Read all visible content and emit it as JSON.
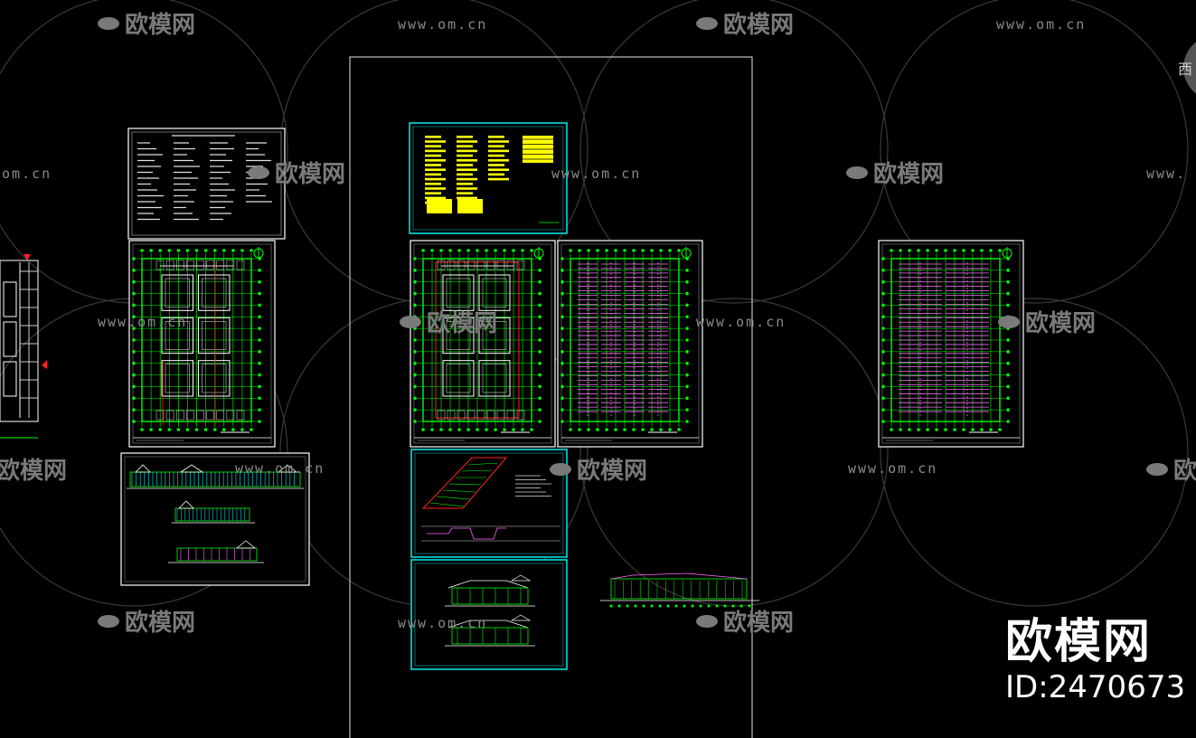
{
  "watermark": {
    "brand_text": "欧模网",
    "url_text": "www.om.cn",
    "url_fragment_left": "om.cn",
    "url_fragment_right": "www."
  },
  "brand": {
    "name": "欧模网",
    "id": "ID:2470673"
  },
  "edge_text": "西",
  "colors": {
    "background": "#000000",
    "sheet_border": "#ffffff",
    "active_sheet_border": "#00e0e0",
    "grid": "#00ff00",
    "detail": "#ff66ff",
    "highlight": "#ff2020",
    "notes": "#ffff00"
  }
}
